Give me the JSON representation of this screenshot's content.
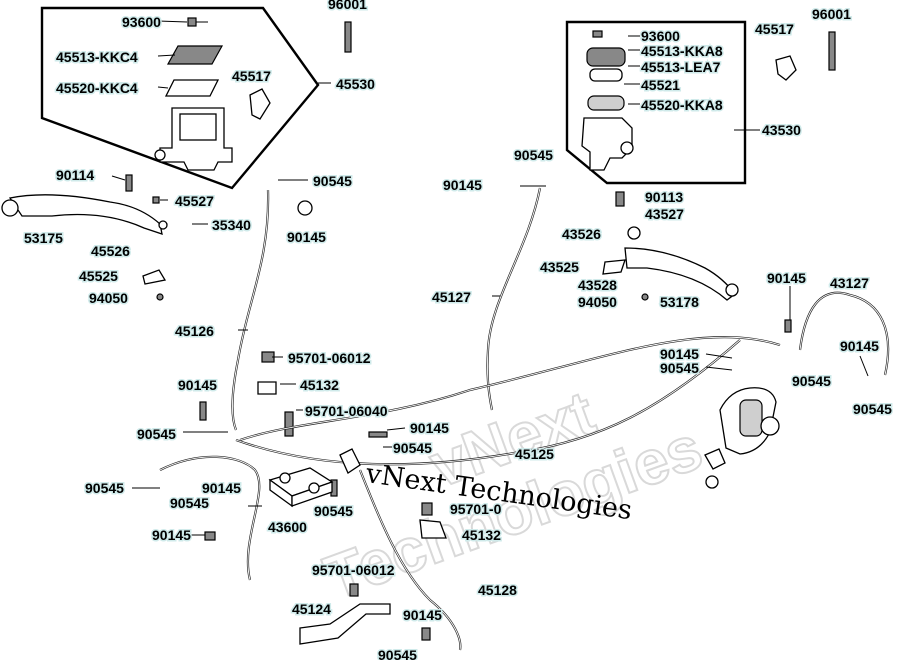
{
  "labels": [
    {
      "id": "93600-a",
      "text": "93600"
    },
    {
      "id": "96001-a",
      "text": "96001"
    },
    {
      "id": "45513-kkc4",
      "text": "45513-KKC4"
    },
    {
      "id": "45520-kkc4",
      "text": "45520-KKC4"
    },
    {
      "id": "45517-a",
      "text": "45517"
    },
    {
      "id": "45530",
      "text": "45530"
    },
    {
      "id": "90114",
      "text": "90114"
    },
    {
      "id": "90545-a",
      "text": "90545"
    },
    {
      "id": "45527-a",
      "text": "45527"
    },
    {
      "id": "35340",
      "text": "35340"
    },
    {
      "id": "90145-a",
      "text": "90145"
    },
    {
      "id": "53175",
      "text": "53175"
    },
    {
      "id": "45526-a",
      "text": "45526"
    },
    {
      "id": "45525-a",
      "text": "45525"
    },
    {
      "id": "94050-a",
      "text": "94050"
    },
    {
      "id": "45126",
      "text": "45126"
    },
    {
      "id": "95701-06012-a",
      "text": "95701-06012"
    },
    {
      "id": "45132-a",
      "text": "45132"
    },
    {
      "id": "95701-06040",
      "text": "95701-06040"
    },
    {
      "id": "90145-b",
      "text": "90145"
    },
    {
      "id": "90545-b",
      "text": "90545"
    },
    {
      "id": "90145-c",
      "text": "90145"
    },
    {
      "id": "90545-c",
      "text": "90545"
    },
    {
      "id": "90545-d",
      "text": "90545"
    },
    {
      "id": "90145-d",
      "text": "90145"
    },
    {
      "id": "90545-e",
      "text": "90545"
    },
    {
      "id": "90145-e",
      "text": "90145"
    },
    {
      "id": "43600",
      "text": "43600"
    },
    {
      "id": "90545-f",
      "text": "90545"
    },
    {
      "id": "95701-06012-b",
      "text": "95701-06012"
    },
    {
      "id": "45124",
      "text": "45124"
    },
    {
      "id": "90145-f",
      "text": "90145"
    },
    {
      "id": "90545-g",
      "text": "90545"
    },
    {
      "id": "45128",
      "text": "45128"
    },
    {
      "id": "95701-0-b",
      "text": "95701-0"
    },
    {
      "id": "45132-b",
      "text": "45132"
    },
    {
      "id": "45125",
      "text": "45125"
    },
    {
      "id": "93600-b",
      "text": "93600"
    },
    {
      "id": "45513-kka8",
      "text": "45513-KKA8"
    },
    {
      "id": "45513-lea7",
      "text": "45513-LEA7"
    },
    {
      "id": "45521",
      "text": "45521"
    },
    {
      "id": "45520-kka8",
      "text": "45520-KKA8"
    },
    {
      "id": "43530",
      "text": "43530"
    },
    {
      "id": "45517-b",
      "text": "45517"
    },
    {
      "id": "96001-b",
      "text": "96001"
    },
    {
      "id": "90545-h",
      "text": "90545"
    },
    {
      "id": "90145-g",
      "text": "90145"
    },
    {
      "id": "90113",
      "text": "90113"
    },
    {
      "id": "43527",
      "text": "43527"
    },
    {
      "id": "43526",
      "text": "43526"
    },
    {
      "id": "43525",
      "text": "43525"
    },
    {
      "id": "43528",
      "text": "43528"
    },
    {
      "id": "94050-b",
      "text": "94050"
    },
    {
      "id": "53178",
      "text": "53178"
    },
    {
      "id": "45127",
      "text": "45127"
    },
    {
      "id": "90145-h",
      "text": "90145"
    },
    {
      "id": "43127",
      "text": "43127"
    },
    {
      "id": "90145-i",
      "text": "90145"
    },
    {
      "id": "90545-i",
      "text": "90545"
    },
    {
      "id": "90545-j",
      "text": "90545"
    },
    {
      "id": "90145-j",
      "text": "90145"
    },
    {
      "id": "90545-k",
      "text": "90545"
    }
  ],
  "watermark": {
    "line1": "vNext Technologies",
    "line2": "vNext",
    "line3": "Technologies"
  },
  "colors": {
    "label_halo": "#cfeaea",
    "line": "#000000",
    "watermark_grey": "#d9d9d9"
  }
}
